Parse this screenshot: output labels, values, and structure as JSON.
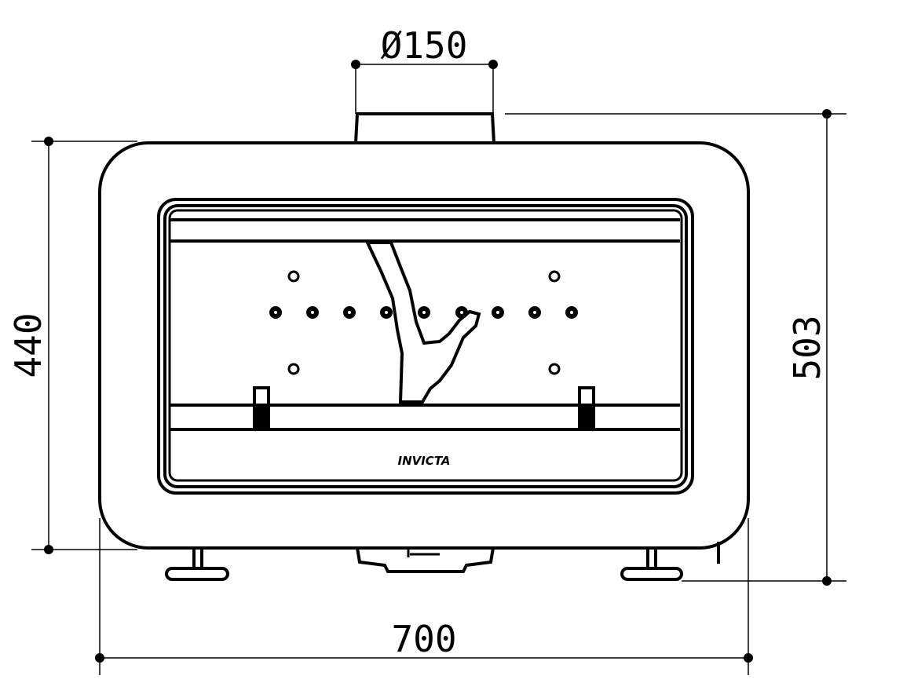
{
  "drawing": {
    "title": "Stove front view",
    "dimensions": {
      "flue_diameter": "Ø150",
      "body_height": "440",
      "total_height": "503",
      "width": "700"
    },
    "logo_text": "INVICTA",
    "colors": {
      "line": "#000000",
      "background": "#ffffff"
    }
  }
}
